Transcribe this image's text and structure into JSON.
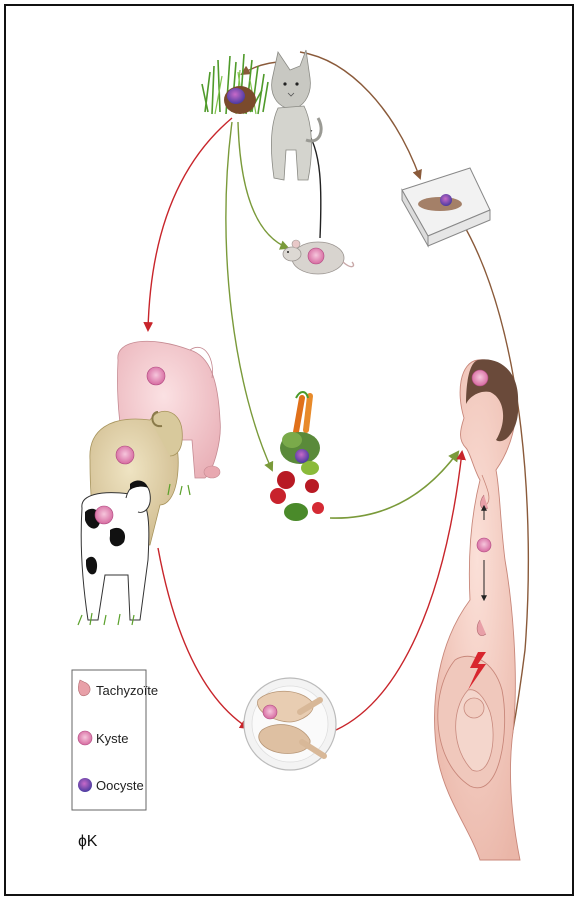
{
  "legend": {
    "items": [
      {
        "label": "Tachyzoïte",
        "icon": "tachyzoite-icon"
      },
      {
        "label": "Kyste",
        "icon": "cyst-icon"
      },
      {
        "label": "Oocyste",
        "icon": "oocyst-icon"
      }
    ]
  },
  "signature": "ɸK",
  "colors": {
    "arrow_red": "#c8252b",
    "arrow_brown": "#8a5a3a",
    "arrow_green": "#7a9a3a",
    "cyst_pink": "#e48ab8",
    "oocyst_purple": "#6a4aa8"
  }
}
